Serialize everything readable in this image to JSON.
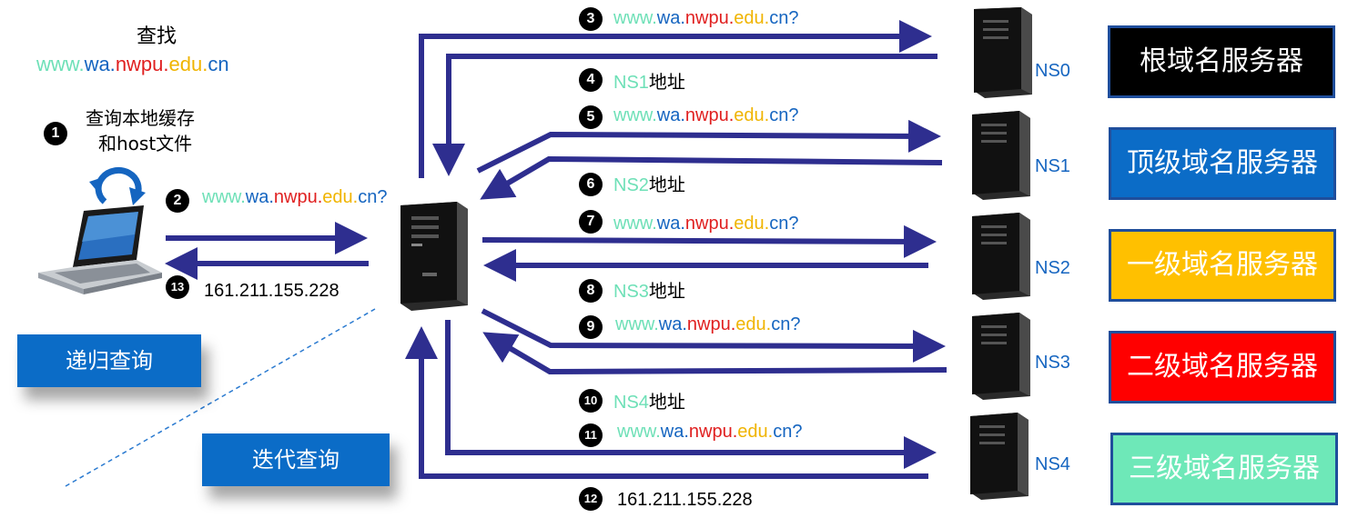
{
  "client": {
    "find_label": "查找",
    "url": {
      "www": "www.",
      "wa": "wa.",
      "nwpu": "nwpu.",
      "edu": "edu.",
      "cn": "cn"
    },
    "step1_line1": "查询本地缓存",
    "step1_line2": "和host文件"
  },
  "steps": {
    "s1": "1",
    "s2": "2",
    "s3": "3",
    "s4": "4",
    "s5": "5",
    "s6": "6",
    "s7": "7",
    "s8": "8",
    "s9": "9",
    "s10": "10",
    "s11": "11",
    "s12": "12",
    "s13": "13"
  },
  "query_url": {
    "www": "www.",
    "wa": "wa.",
    "nwpu": "nwpu.",
    "edu": "edu.",
    "cn": "cn",
    "q": "?"
  },
  "answers": {
    "a4_ns": "NS1",
    "a6_ns": "NS2",
    "a8_ns": "NS3",
    "a10_ns": "NS4",
    "addr_suffix": "地址",
    "ip": "161.211.155.228"
  },
  "servers": [
    {
      "ns": "NS0",
      "label": "根域名服务器",
      "color": "#000000"
    },
    {
      "ns": "NS1",
      "label": "顶级域名服务器",
      "color": "#0b6cc7"
    },
    {
      "ns": "NS2",
      "label": "一级域名服务器",
      "color": "#ffc000"
    },
    {
      "ns": "NS3",
      "label": "二级域名服务器",
      "color": "#ff0000"
    },
    {
      "ns": "NS4",
      "label": "三级域名服务器",
      "color": "#6ee8b8"
    }
  ],
  "modes": {
    "recursive": "递归查询",
    "iterative": "迭代查询"
  },
  "colors": {
    "arrow": "#2e2e8f",
    "link": "#1565c0",
    "accent_green": "#6ee0b7",
    "accent_red": "#e02020",
    "accent_orange": "#f0b400"
  }
}
